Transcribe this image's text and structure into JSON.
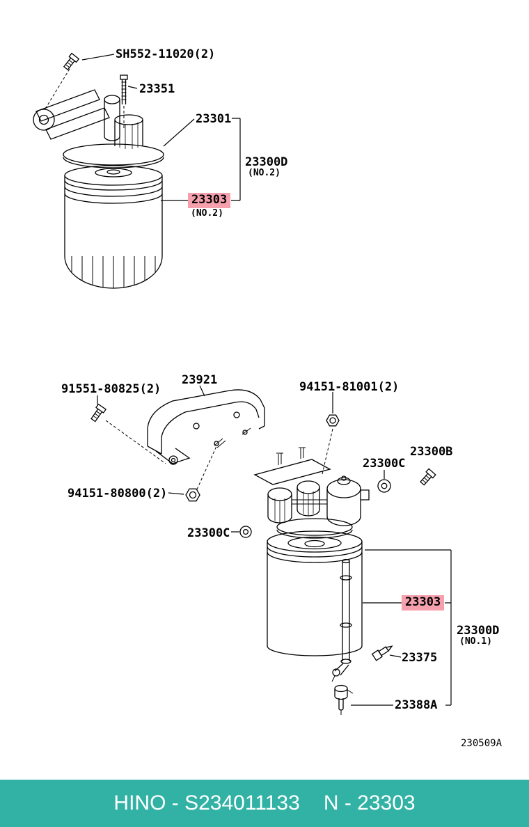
{
  "colors": {
    "highlight": "#f6a0ae",
    "footer_bg": "#31b2a4",
    "line": "#000000"
  },
  "footer": {
    "catalog": "HINO - S234011133",
    "part": "N - 23303"
  },
  "diagram_ref": "230509A",
  "assemblies": [
    {
      "name": "Fuel filter assembly (NO.2)",
      "labels": {
        "mount_bolt": "SH552-11020(2)",
        "stud": "23351",
        "head": "23301",
        "assembly": "23300D",
        "assembly_sub": "(NO.2)",
        "cartridge": "23303",
        "cartridge_sub": "(NO.2)"
      }
    },
    {
      "name": "Fuel filter assembly (NO.1)",
      "labels": {
        "mount_bolt": "91551-80825(2)",
        "bracket": "23921",
        "nut_upper": "94151-81001(2)",
        "washer_right": "23300C",
        "union_bolt": "23300B",
        "nut_lower": "94151-80800(2)",
        "washer_left": "23300C",
        "cartridge": "23303",
        "assembly": "23300D",
        "assembly_sub": "(NO.1)",
        "plug": "23375",
        "drain": "23388A"
      }
    }
  ]
}
